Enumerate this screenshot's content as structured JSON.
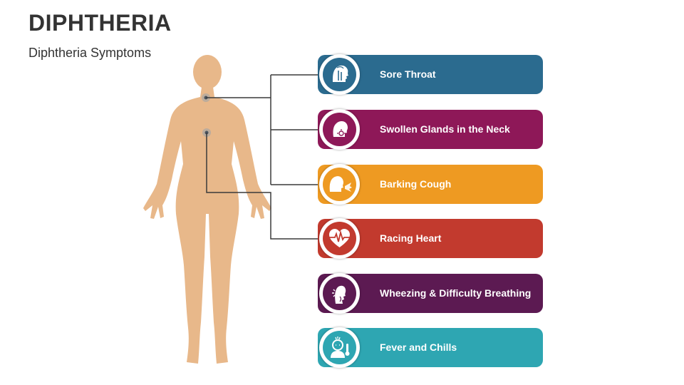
{
  "slide": {
    "title": "DIPHTHERIA",
    "subtitle": "Diphtheria Symptoms"
  },
  "colors": {
    "skin": "#E8B88A",
    "skin_shade": "#D9A16E",
    "connector": "#3A3A3A"
  },
  "symptoms": [
    {
      "label": "Sore Throat",
      "color": "#2B6B8F",
      "icon": "sore-throat-icon"
    },
    {
      "label": "Swollen Glands in the Neck",
      "color": "#8E1858",
      "icon": "swollen-glands-icon"
    },
    {
      "label": "Barking Cough",
      "color": "#EE9A22",
      "icon": "barking-cough-icon"
    },
    {
      "label": "Racing Heart",
      "color": "#C23A2E",
      "icon": "racing-heart-icon"
    },
    {
      "label": "Wheezing & Difficulty Breathing",
      "color": "#5C1A52",
      "icon": "wheezing-icon"
    },
    {
      "label": "Fever and Chills",
      "color": "#2EA6B2",
      "icon": "fever-chills-icon"
    }
  ]
}
